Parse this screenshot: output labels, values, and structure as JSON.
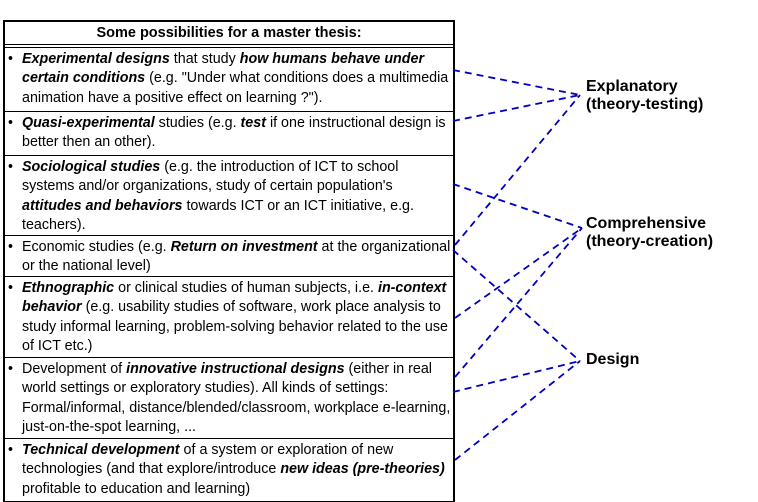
{
  "title": "Some possibilities for a master thesis:",
  "rows": [
    {
      "parts": [
        {
          "t": "Experimental designs",
          "s": "bi"
        },
        {
          "t": " that study ",
          "s": ""
        },
        {
          "t": "how humans behave under certain conditions",
          "s": "bi"
        },
        {
          "t": " (e.g. \"Under what conditions does a multimedia animation have a positive effect on learning ?\").",
          "s": ""
        }
      ]
    },
    {
      "parts": [
        {
          "t": "Quasi-experimental",
          "s": "bi"
        },
        {
          "t": " studies (e.g. ",
          "s": ""
        },
        {
          "t": "test",
          "s": "bi"
        },
        {
          "t": " if one instructional design is better then an other).",
          "s": ""
        }
      ]
    },
    {
      "parts": [
        {
          "t": "Sociological studies",
          "s": "bi"
        },
        {
          "t": " (e.g. the introduction of ICT to school systems and/or organizations, study of certain population's ",
          "s": ""
        },
        {
          "t": "attitudes and behaviors",
          "s": "bi"
        },
        {
          "t": " towards ICT or an ICT initiative, e.g. teachers).",
          "s": ""
        }
      ]
    },
    {
      "parts": [
        {
          "t": "Economic studies (e.g. ",
          "s": ""
        },
        {
          "t": "Return on investment",
          "s": "bi"
        },
        {
          "t": " at the organizational or the national level)",
          "s": ""
        }
      ]
    },
    {
      "parts": [
        {
          "t": "Ethnographic",
          "s": "bi"
        },
        {
          "t": " or clinical studies of human subjects, i.e. ",
          "s": ""
        },
        {
          "t": "in-context behavior",
          "s": "bi"
        },
        {
          "t": " (e.g. usability studies of software, work place analysis to study informal learning, problem-solving behavior related to the use of ICT etc.)",
          "s": ""
        }
      ]
    },
    {
      "parts": [
        {
          "t": "Development of ",
          "s": ""
        },
        {
          "t": "innovative instructional designs",
          "s": "bi"
        },
        {
          "t": " (either in real world settings or exploratory studies). All kinds of settings: Formal/informal, distance/blended/classroom, workplace e-learning, just-on-the-spot learning, ...",
          "s": ""
        }
      ]
    },
    {
      "parts": [
        {
          "t": "Technical development",
          "s": "bi"
        },
        {
          "t": " of a system or exploration of new technologies (and that explore/introduce ",
          "s": ""
        },
        {
          "t": "new ideas (pre-theories)",
          "s": "bi"
        },
        {
          "t": " profitable to education and learning)",
          "s": ""
        }
      ]
    }
  ],
  "bullet": "•",
  "categories": [
    {
      "line1": "Explanatory",
      "line2": "(theory-testing)"
    },
    {
      "line1": "Comprehensive",
      "line2": "(theory-creation)"
    },
    {
      "line1": "Design",
      "line2": ""
    }
  ],
  "connections": [
    [
      0,
      0
    ],
    [
      1,
      0
    ],
    [
      3,
      0
    ],
    [
      2,
      1
    ],
    [
      4,
      1
    ],
    [
      5,
      1
    ],
    [
      3,
      2
    ],
    [
      5,
      2
    ],
    [
      6,
      2
    ]
  ],
  "line_color": "#0000c0"
}
